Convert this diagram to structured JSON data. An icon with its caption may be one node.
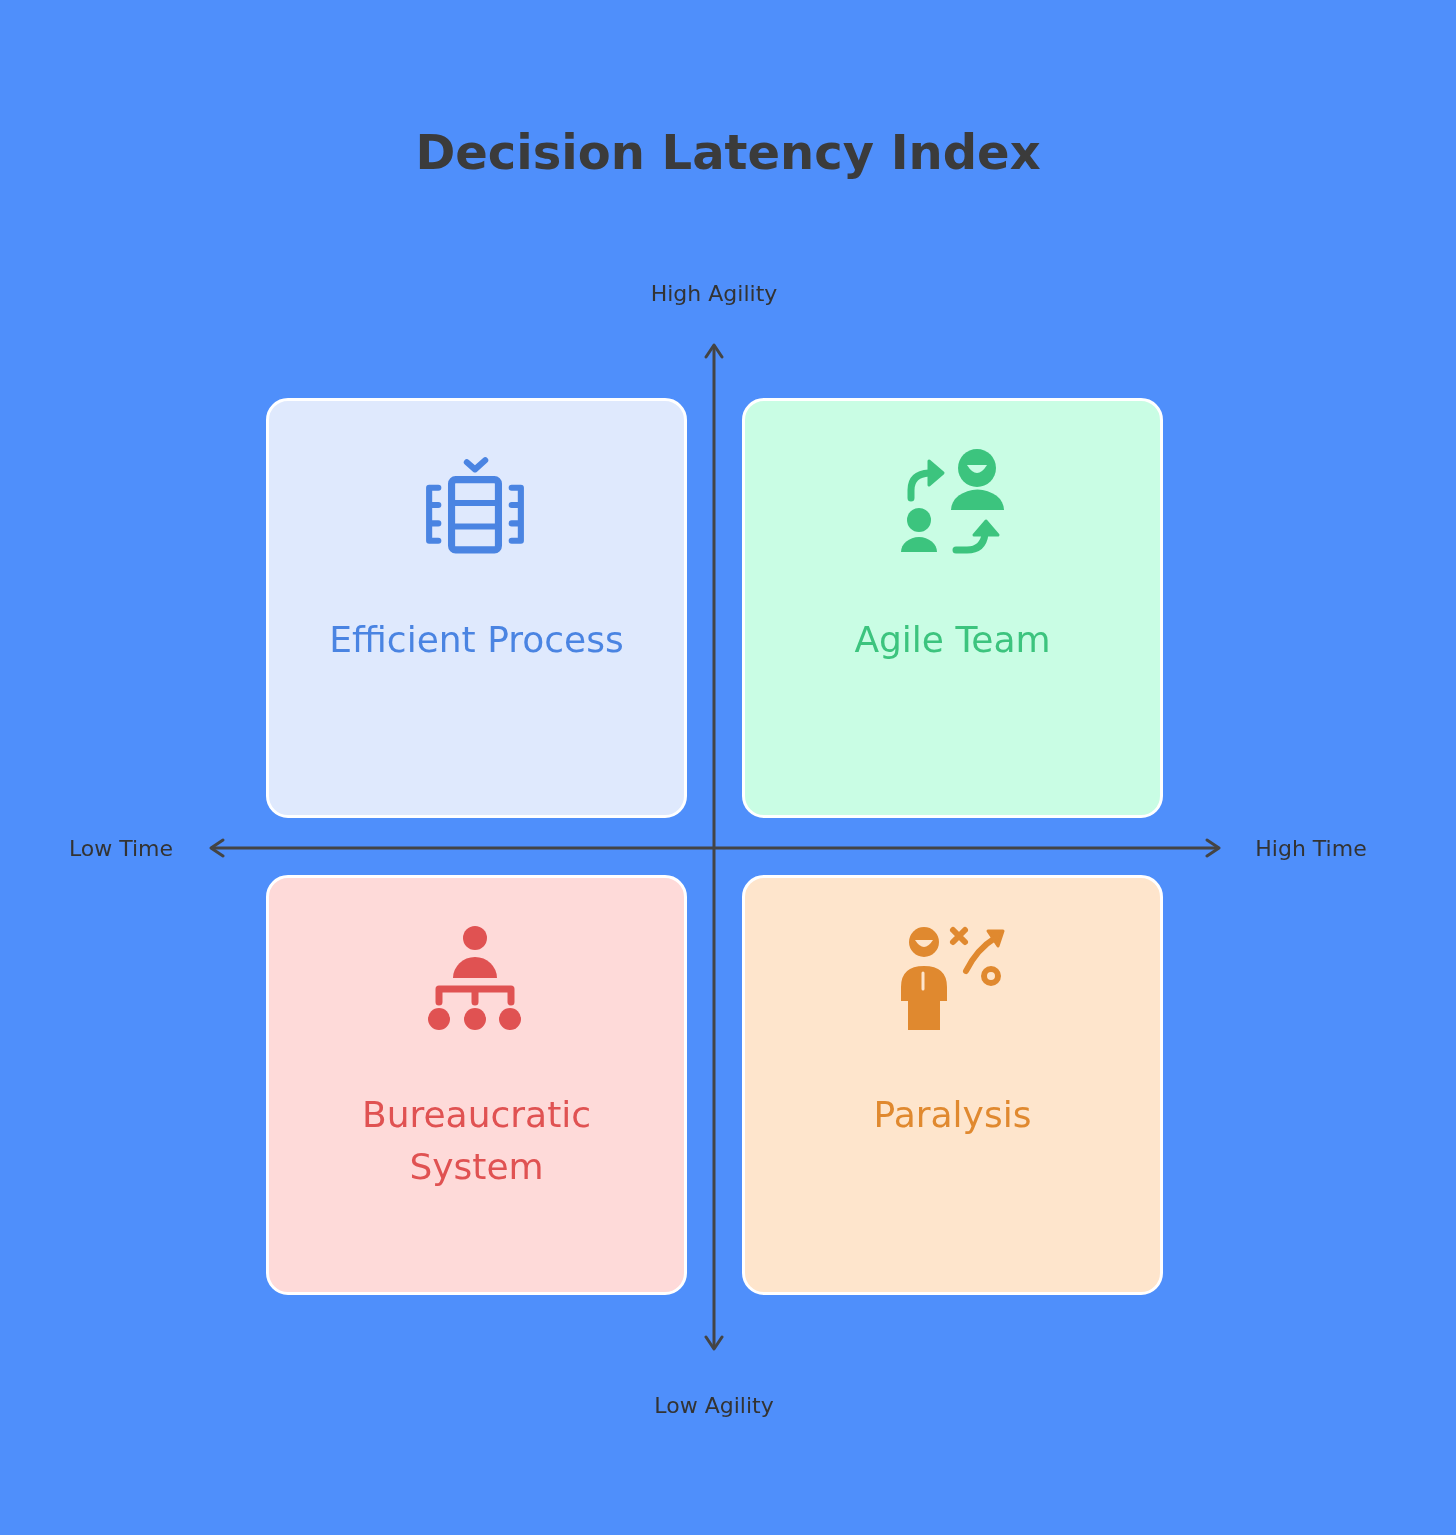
{
  "diagram": {
    "title": "Decision Latency Index",
    "nodes": [
      {
        "text": [
          "Efficient Process"
        ]
      },
      {
        "text": [
          "Agile Team"
        ]
      },
      {
        "text": [
          "Bureaucratic System"
        ]
      },
      {
        "text": [
          "Paralysis"
        ]
      }
    ],
    "edges": [],
    "labels": [
      "High Agility",
      "Low Time",
      "High Time",
      "Low Agility"
    ]
  }
}
